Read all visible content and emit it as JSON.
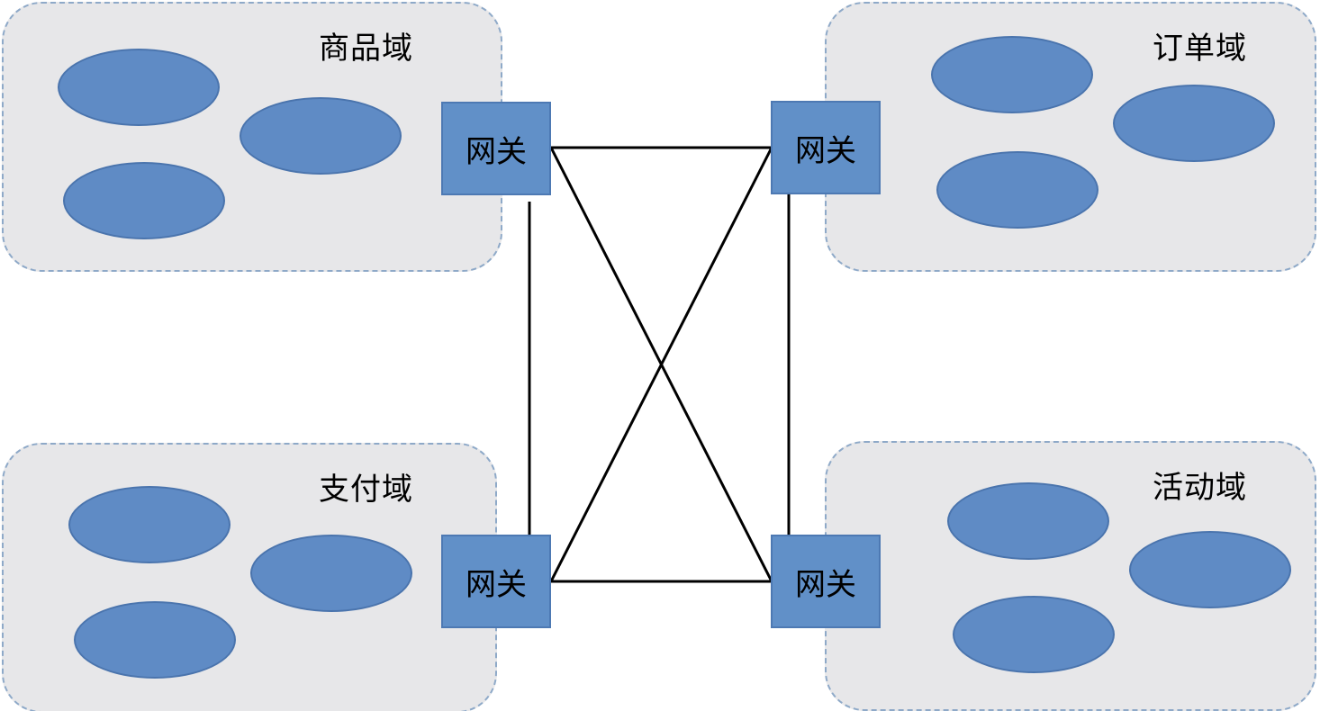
{
  "colors": {
    "domain_background": "#e7e7e9",
    "domain_border": "#8ea9c8",
    "service_fill": "#5f8bc5",
    "gateway_fill": "#6190c8",
    "link": "#000000"
  },
  "domains": {
    "product": {
      "title": "商品域",
      "gateway_label": "网关"
    },
    "order": {
      "title": "订单域",
      "gateway_label": "网关"
    },
    "payment": {
      "title": "支付域",
      "gateway_label": "网关"
    },
    "activity": {
      "title": "活动域",
      "gateway_label": "网关"
    }
  }
}
